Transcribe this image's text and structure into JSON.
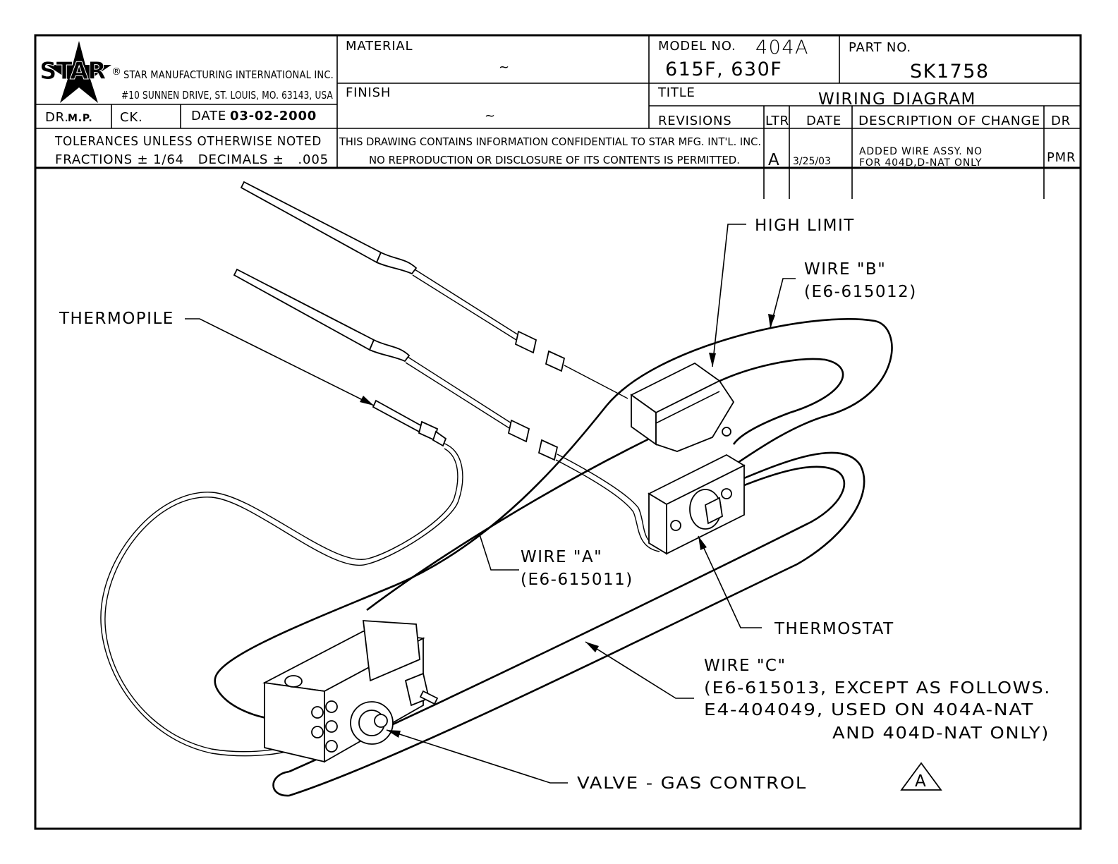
{
  "title_block": {
    "company_logo_text": "STAR",
    "company_name": "STAR MANUFACTURING INTERNATIONAL INC.",
    "company_address": "#10 SUNNEN DRIVE, ST. LOUIS, MO. 63143, USA",
    "material_label": "MATERIAL",
    "material_value": "~",
    "finish_label": "FINISH",
    "finish_value": "~",
    "model_label": "MODEL NO.",
    "model_value_1": "404A",
    "model_value_2": "615F, 630F",
    "part_label": "PART NO.",
    "part_value": "SK1758",
    "title_label": "TITLE",
    "title_value": "WIRING DIAGRAM",
    "drawn_by_label": "DR.",
    "drawn_by_value": "M.P.",
    "checked_label": "CK.",
    "date_label": "DATE",
    "date_value": "03-02-2000",
    "tolerances_line1": "TOLERANCES UNLESS OTHERWISE NOTED",
    "tolerances_line2": "FRACTIONS ± 1/64   DECIMALS ±   .005",
    "confidential_line1": "THIS DRAWING CONTAINS INFORMATION CONFIDENTIAL TO STAR MFG. INT'L. INC.",
    "confidential_line2": "NO REPRODUCTION OR DISCLOSURE OF ITS CONTENTS IS PERMITTED."
  },
  "revisions": {
    "headers": [
      "REVISIONS",
      "LTR",
      "DATE",
      "DESCRIPTION OF CHANGE",
      "DR"
    ],
    "rows": [
      {
        "ltr": "A",
        "date": "3/25/03",
        "desc_line1": "ADDED WIRE ASSY. NO",
        "desc_line2": "FOR 404D,D-NAT ONLY",
        "dr": "PMR"
      }
    ]
  },
  "callouts": {
    "high_limit": "HIGH LIMIT",
    "wire_b_name": "WIRE \"B\"",
    "wire_b_part": "(E6-615012)",
    "thermopile": "THERMOPILE",
    "wire_a_name": "WIRE \"A\"",
    "wire_a_part": "(E6-615011)",
    "thermostat": "THERMOSTAT",
    "wire_c_name": "WIRE \"C\"",
    "wire_c_line1": "(E6-615013, EXCEPT AS FOLLOWS.",
    "wire_c_line2": "E4-404049, USED ON 404A-NAT",
    "wire_c_line3": "AND 404D-NAT ONLY)",
    "valve": "VALVE - GAS CONTROL",
    "revision_flag": "A"
  }
}
